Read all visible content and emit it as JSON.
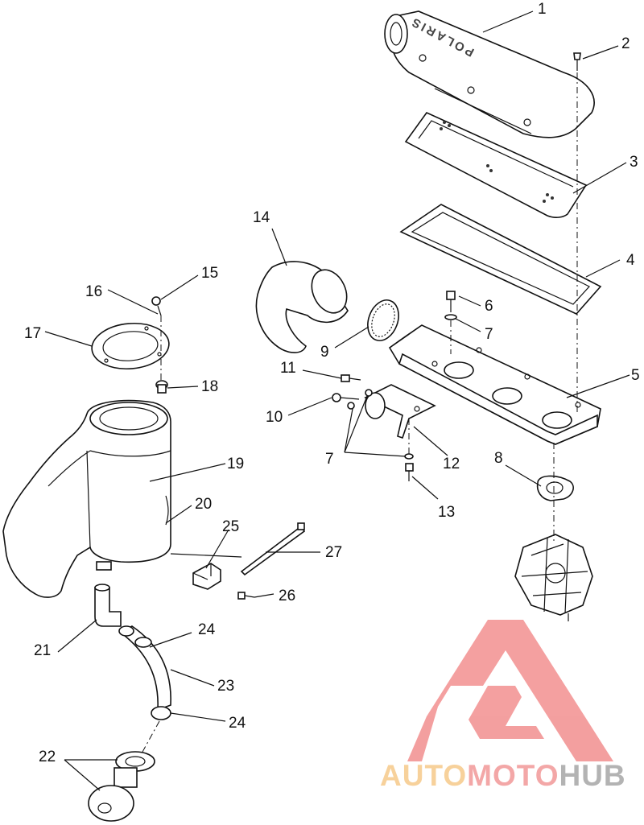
{
  "diagram": {
    "part_numbers": [
      "1",
      "2",
      "3",
      "4",
      "5",
      "6",
      "7",
      "7",
      "7",
      "8",
      "9",
      "10",
      "11",
      "12",
      "13",
      "14",
      "15",
      "16",
      "17",
      "18",
      "19",
      "20",
      "21",
      "22",
      "23",
      "24",
      "24",
      "25",
      "26",
      "27"
    ],
    "embossed_text": "POLARIS"
  },
  "watermark": {
    "brand_part_1": "AUTO",
    "brand_part_2": "MOTO",
    "brand_part_3": "HUB",
    "colors": {
      "triangle": "#f08080",
      "auto": "#f5c27a",
      "moto": "#f08a8a",
      "hub": "#9a9a9a"
    }
  }
}
